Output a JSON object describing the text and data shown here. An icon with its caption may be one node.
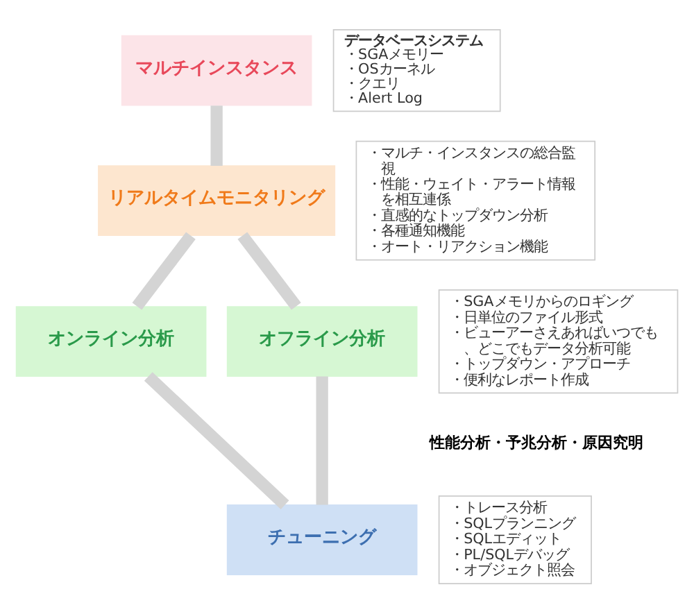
{
  "diagram": {
    "nodes": [
      {
        "text": [
          "マルチインスタンス"
        ]
      },
      {
        "text": [
          "データベースシステム",
          "・SGAメモリー",
          "・OSカーネル",
          "・クエリ",
          "・Alert Log"
        ]
      },
      {
        "text": [
          "リアルタイムモニタリング"
        ]
      },
      {
        "text": [
          "・マルチ・インスタンスの総合監視",
          "・性能・ウェイト・アラート情報を相互連係",
          "・直感的なトップダウン分析",
          "・各種通知機能",
          "・オート・リアクション機能"
        ]
      },
      {
        "text": [
          "オンライン分析"
        ]
      },
      {
        "text": [
          "オフライン分析"
        ]
      },
      {
        "text": [
          "・SGAメモリからのロギング",
          "・日単位のファイル形式",
          "・ビューアーさえあればいつでも、どこでもデータ分析可能",
          "・トップダウン・アプローチ",
          "・便利なレポート作成"
        ]
      },
      {
        "text": [
          "チューニング"
        ]
      },
      {
        "text": [
          "・トレース分析",
          "・SQLプランニング",
          "・SQLエディット",
          "・PL/SQLデバッグ",
          "・オブジェクト照会"
        ]
      }
    ],
    "edges": [
      {
        "from": 0,
        "to": 2,
        "arrow": "none"
      },
      {
        "from": 2,
        "to": 4,
        "arrow": "none"
      },
      {
        "from": 2,
        "to": 5,
        "arrow": "none"
      },
      {
        "from": 4,
        "to": 7,
        "arrow": "none"
      },
      {
        "from": 5,
        "to": 7,
        "arrow": "none"
      }
    ],
    "labels": [
      "性能分析・予兆分析・原因究明"
    ]
  }
}
